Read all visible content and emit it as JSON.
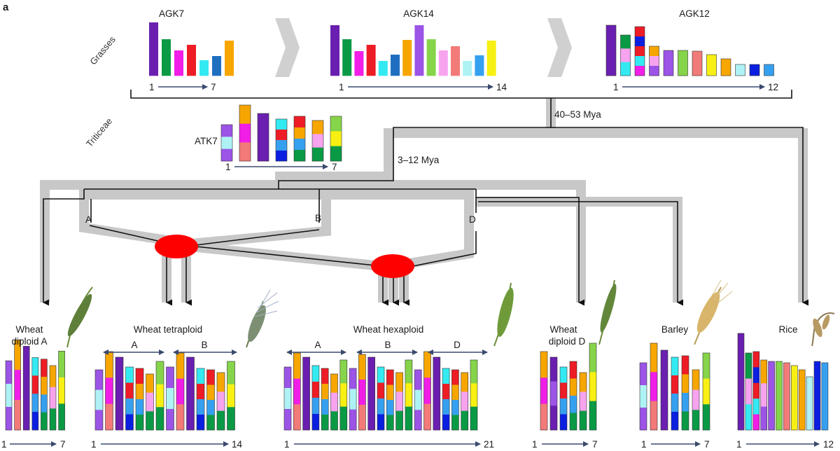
{
  "panel_label": "a",
  "side_labels": {
    "grasses": "Grasses",
    "triticeae": "Triticeae"
  },
  "ancestors": {
    "agk7": {
      "title": "AGK7",
      "start": "1",
      "end": "7"
    },
    "agk14": {
      "title": "AGK14",
      "start": "1",
      "end": "14"
    },
    "agk12": {
      "title": "AGK12",
      "start": "1",
      "end": "12"
    },
    "atk7": {
      "title": "ATK7",
      "start": "1",
      "end": "7"
    }
  },
  "divergence": {
    "grasses": "40–53 Mya",
    "triticeae": "3–12 Mya"
  },
  "subgenomes": {
    "a": "A",
    "b": "B",
    "d": "D"
  },
  "species": {
    "wheat_diploid_a": {
      "line1": "Wheat",
      "line2": "diploid A",
      "start": "1",
      "end": "7"
    },
    "wheat_tetraploid": {
      "title": "Wheat tetraploid",
      "sub_a": "A",
      "sub_b": "B",
      "start": "1",
      "end": "14"
    },
    "wheat_hexaploid": {
      "title": "Wheat hexaploid",
      "sub_a": "A",
      "sub_b": "B",
      "sub_d": "D",
      "start": "1",
      "end": "21"
    },
    "wheat_diploid_d": {
      "line1": "Wheat",
      "line2": "diploid D",
      "start": "1",
      "end": "7"
    },
    "barley": {
      "title": "Barley",
      "start": "1",
      "end": "7"
    },
    "rice": {
      "title": "Rice",
      "start": "1",
      "end": "12"
    }
  },
  "colors": {
    "purple": "#6a1fb0",
    "green": "#0a9a45",
    "magenta": "#f01ee6",
    "red": "#ee1c25",
    "cyan": "#34eaf2",
    "blue": "#1f6fc0",
    "orange": "#f7a600",
    "violet": "#9b54e6",
    "lightgreen": "#86d44a",
    "pink": "#f7a3ee",
    "salmon": "#f27a78",
    "paleblue": "#aef2f5",
    "skyblue": "#36a0f0",
    "yellow": "#f7f012",
    "royal": "#0a1fe0",
    "hybridization": "#ff0000",
    "tree_shade": "#c8c8c8",
    "arrow_blue": "#3a4a6e"
  },
  "karyotypes": {
    "agk7": [
      {
        "h": 76,
        "c": [
          "purple"
        ]
      },
      {
        "h": 52,
        "c": [
          "green"
        ]
      },
      {
        "h": 36,
        "c": [
          "magenta"
        ]
      },
      {
        "h": 44,
        "c": [
          "red"
        ]
      },
      {
        "h": 22,
        "c": [
          "cyan"
        ]
      },
      {
        "h": 28,
        "c": [
          "blue"
        ]
      },
      {
        "h": 50,
        "c": [
          "orange"
        ]
      }
    ],
    "agk14": [
      {
        "h": 72,
        "c": [
          "purple"
        ]
      },
      {
        "h": 52,
        "c": [
          "green"
        ]
      },
      {
        "h": 35,
        "c": [
          "magenta"
        ]
      },
      {
        "h": 44,
        "c": [
          "red"
        ]
      },
      {
        "h": 21,
        "c": [
          "cyan"
        ]
      },
      {
        "h": 30,
        "c": [
          "blue"
        ]
      },
      {
        "h": 51,
        "c": [
          "orange"
        ]
      },
      {
        "h": 72,
        "c": [
          "violet"
        ]
      },
      {
        "h": 52,
        "c": [
          "lightgreen"
        ]
      },
      {
        "h": 36,
        "c": [
          "pink"
        ]
      },
      {
        "h": 42,
        "c": [
          "salmon"
        ]
      },
      {
        "h": 21,
        "c": [
          "paleblue"
        ]
      },
      {
        "h": 29,
        "c": [
          "skyblue"
        ]
      },
      {
        "h": 50,
        "c": [
          "yellow"
        ]
      }
    ],
    "agk12": [
      {
        "h": 72,
        "c": [
          "purple"
        ]
      },
      {
        "h": 58,
        "c": [
          "green",
          "pink",
          "cyan"
        ]
      },
      {
        "h": 70,
        "c": [
          "red",
          "royal",
          "red",
          "cyan",
          "magenta"
        ]
      },
      {
        "h": 42,
        "c": [
          "orange",
          "pink",
          "violet"
        ]
      },
      {
        "h": 36,
        "c": [
          "violet"
        ]
      },
      {
        "h": 36,
        "c": [
          "lightgreen"
        ]
      },
      {
        "h": 35,
        "c": [
          "salmon"
        ]
      },
      {
        "h": 30,
        "c": [
          "yellow"
        ]
      },
      {
        "h": 24,
        "c": [
          "orange"
        ]
      },
      {
        "h": 16,
        "c": [
          "paleblue"
        ]
      },
      {
        "h": 16,
        "c": [
          "royal"
        ]
      },
      {
        "h": 16,
        "c": [
          "skyblue"
        ]
      }
    ],
    "atk7": [
      {
        "h": 52,
        "c": [
          "violet",
          "paleblue",
          "violet"
        ]
      },
      {
        "h": 80,
        "c": [
          "orange",
          "magenta",
          "salmon"
        ]
      },
      {
        "h": 68,
        "c": [
          "purple"
        ]
      },
      {
        "h": 60,
        "c": [
          "cyan",
          "red",
          "skyblue",
          "royal"
        ]
      },
      {
        "h": 64,
        "c": [
          "red",
          "orange",
          "skyblue",
          "green"
        ]
      },
      {
        "h": 58,
        "c": [
          "orange",
          "pink",
          "green"
        ]
      },
      {
        "h": 64,
        "c": [
          "lightgreen",
          "yellow",
          "green"
        ]
      }
    ],
    "diploid_a": [
      {
        "h": 86,
        "c": [
          "violet",
          "paleblue",
          "violet"
        ]
      },
      {
        "h": 112,
        "c": [
          "orange",
          "magenta",
          "salmon"
        ]
      },
      {
        "h": 104,
        "c": [
          "purple"
        ]
      },
      {
        "h": 90,
        "c": [
          "cyan",
          "red",
          "skyblue",
          "royal"
        ]
      },
      {
        "h": 88,
        "c": [
          "red",
          "orange",
          "skyblue",
          "green"
        ]
      },
      {
        "h": 80,
        "c": [
          "orange",
          "pink",
          "green"
        ]
      },
      {
        "h": 98,
        "c": [
          "lightgreen",
          "yellow",
          "green"
        ]
      }
    ],
    "tetraploid": [
      {
        "h": 86,
        "c": [
          "violet",
          "paleblue",
          "violet"
        ]
      },
      {
        "h": 112,
        "c": [
          "orange",
          "magenta",
          "salmon"
        ]
      },
      {
        "h": 104,
        "c": [
          "purple"
        ]
      },
      {
        "h": 90,
        "c": [
          "cyan",
          "red",
          "skyblue",
          "royal"
        ]
      },
      {
        "h": 88,
        "c": [
          "red",
          "orange",
          "skyblue",
          "green"
        ]
      },
      {
        "h": 80,
        "c": [
          "orange",
          "pink",
          "green"
        ]
      },
      {
        "h": 98,
        "c": [
          "lightgreen",
          "yellow",
          "green"
        ]
      },
      {
        "h": 90,
        "c": [
          "violet",
          "paleblue",
          "violet"
        ]
      },
      {
        "h": 110,
        "c": [
          "orange",
          "magenta",
          "salmon"
        ]
      },
      {
        "h": 104,
        "c": [
          "purple"
        ]
      },
      {
        "h": 88,
        "c": [
          "cyan",
          "red",
          "skyblue",
          "royal"
        ]
      },
      {
        "h": 86,
        "c": [
          "red",
          "orange",
          "skyblue",
          "green"
        ]
      },
      {
        "h": 82,
        "c": [
          "orange",
          "pink",
          "green"
        ]
      },
      {
        "h": 98,
        "c": [
          "lightgreen",
          "yellow",
          "green"
        ]
      }
    ],
    "hexaploid": [
      {
        "h": 90,
        "c": [
          "violet",
          "paleblue",
          "violet"
        ]
      },
      {
        "h": 110,
        "c": [
          "orange",
          "magenta",
          "salmon"
        ]
      },
      {
        "h": 104,
        "c": [
          "purple"
        ]
      },
      {
        "h": 92,
        "c": [
          "cyan",
          "red",
          "skyblue",
          "royal"
        ]
      },
      {
        "h": 88,
        "c": [
          "red",
          "orange",
          "skyblue",
          "green"
        ]
      },
      {
        "h": 80,
        "c": [
          "orange",
          "pink",
          "green"
        ]
      },
      {
        "h": 100,
        "c": [
          "lightgreen",
          "yellow",
          "green"
        ]
      },
      {
        "h": 88,
        "c": [
          "violet",
          "paleblue",
          "violet"
        ]
      },
      {
        "h": 108,
        "c": [
          "orange",
          "magenta",
          "salmon"
        ]
      },
      {
        "h": 104,
        "c": [
          "purple"
        ]
      },
      {
        "h": 90,
        "c": [
          "cyan",
          "red",
          "skyblue",
          "royal"
        ]
      },
      {
        "h": 86,
        "c": [
          "red",
          "orange",
          "skyblue",
          "green"
        ]
      },
      {
        "h": 82,
        "c": [
          "orange",
          "pink",
          "green"
        ]
      },
      {
        "h": 100,
        "c": [
          "lightgreen",
          "yellow",
          "green"
        ]
      },
      {
        "h": 86,
        "c": [
          "violet",
          "paleblue",
          "violet"
        ]
      },
      {
        "h": 112,
        "c": [
          "orange",
          "magenta",
          "salmon"
        ]
      },
      {
        "h": 104,
        "c": [
          "purple"
        ]
      },
      {
        "h": 88,
        "c": [
          "cyan",
          "red",
          "skyblue",
          "royal"
        ]
      },
      {
        "h": 86,
        "c": [
          "red",
          "orange",
          "skyblue",
          "green"
        ]
      },
      {
        "h": 82,
        "c": [
          "orange",
          "pink",
          "green"
        ]
      },
      {
        "h": 100,
        "c": [
          "lightgreen",
          "yellow",
          "green"
        ]
      }
    ],
    "diploid_d": [
      {
        "h": 112,
        "c": [
          "orange",
          "magenta",
          "salmon"
        ]
      },
      {
        "h": 104,
        "c": [
          "purple",
          "violet",
          "purple"
        ]
      },
      {
        "h": 90,
        "c": [
          "cyan",
          "red",
          "skyblue",
          "royal"
        ]
      },
      {
        "h": 98,
        "c": [
          "red",
          "orange",
          "skyblue",
          "green"
        ]
      },
      {
        "h": 82,
        "c": [
          "orange",
          "pink",
          "green"
        ]
      },
      {
        "h": 124,
        "c": [
          "lightgreen",
          "yellow",
          "green"
        ]
      }
    ],
    "barley": [
      {
        "h": 96,
        "c": [
          "violet",
          "paleblue",
          "violet"
        ]
      },
      {
        "h": 124,
        "c": [
          "orange",
          "magenta",
          "salmon"
        ]
      },
      {
        "h": 114,
        "c": [
          "purple"
        ]
      },
      {
        "h": 104,
        "c": [
          "cyan",
          "red",
          "skyblue",
          "royal"
        ]
      },
      {
        "h": 106,
        "c": [
          "red",
          "orange",
          "skyblue",
          "green"
        ]
      },
      {
        "h": 86,
        "c": [
          "orange",
          "pink",
          "green"
        ]
      },
      {
        "h": 110,
        "c": [
          "lightgreen",
          "yellow",
          "green"
        ]
      }
    ],
    "rice": [
      {
        "h": 138,
        "c": [
          "purple"
        ]
      },
      {
        "h": 110,
        "c": [
          "green",
          "pink",
          "cyan"
        ]
      },
      {
        "h": 112,
        "c": [
          "red",
          "royal",
          "red",
          "cyan",
          "magenta"
        ]
      },
      {
        "h": 100,
        "c": [
          "orange",
          "pink",
          "violet"
        ]
      },
      {
        "h": 98,
        "c": [
          "violet"
        ]
      },
      {
        "h": 98,
        "c": [
          "lightgreen"
        ]
      },
      {
        "h": 96,
        "c": [
          "salmon"
        ]
      },
      {
        "h": 92,
        "c": [
          "yellow"
        ]
      },
      {
        "h": 86,
        "c": [
          "orange"
        ]
      },
      {
        "h": 76,
        "c": [
          "paleblue"
        ]
      },
      {
        "h": 98,
        "c": [
          "royal"
        ]
      },
      {
        "h": 96,
        "c": [
          "skyblue"
        ]
      }
    ]
  }
}
